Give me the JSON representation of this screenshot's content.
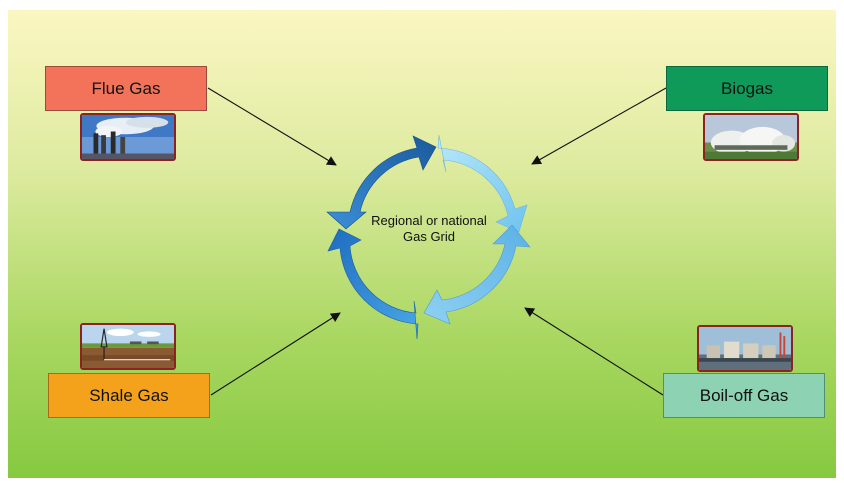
{
  "center": {
    "label": "Regional or national Gas Grid"
  },
  "sources": {
    "flue": {
      "label": "Flue Gas",
      "color": "#f2735a",
      "image_icon": "smokestack-photo"
    },
    "biogas": {
      "label": "Biogas",
      "color": "#0f9a5a",
      "image_icon": "biogas-plant-photo"
    },
    "shale": {
      "label": "Shale Gas",
      "color": "#f4a21c",
      "image_icon": "shale-well-photo"
    },
    "boiloff": {
      "label": "Boil-off Gas",
      "color": "#8dd2b3",
      "image_icon": "lng-terminal-photo"
    }
  },
  "colors": {
    "background_top": "#fbf7c2",
    "background_bottom": "#86c940",
    "cycle_dark_blue": "#1f5fa8",
    "cycle_light_blue": "#8fd3f2"
  }
}
